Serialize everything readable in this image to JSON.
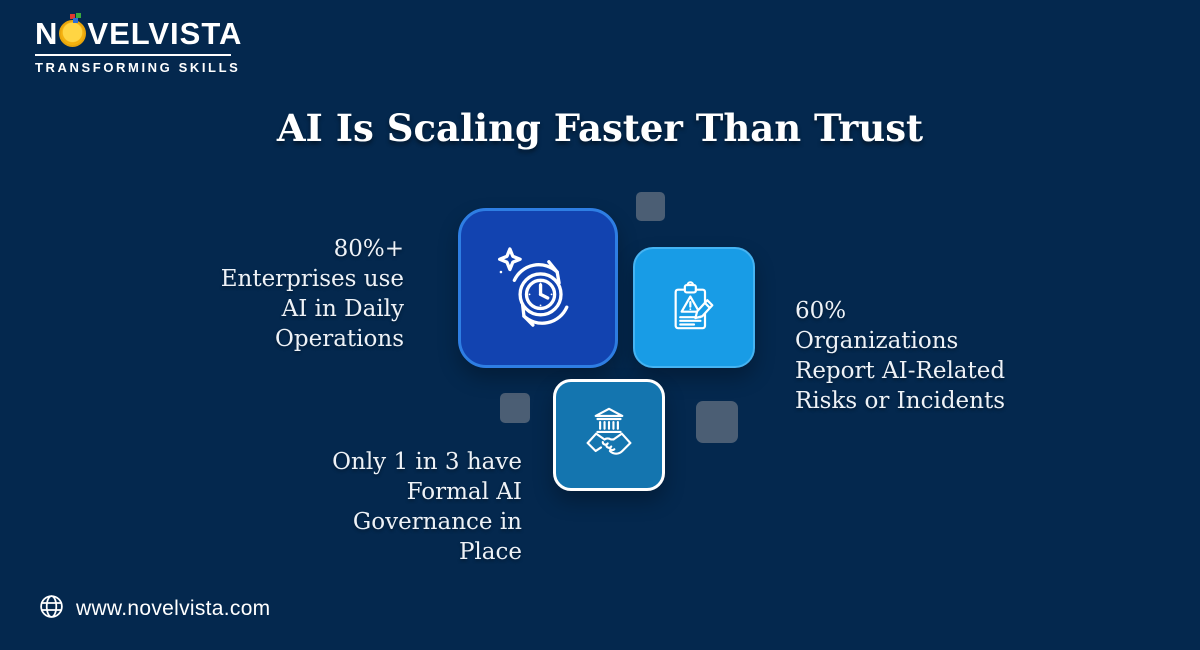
{
  "brand": {
    "wordmark_prefix": "N",
    "wordmark_suffix": "VELVISTA",
    "tagline": "TRANSFORMING SKILLS"
  },
  "title": "AI Is Scaling Faster Than Trust",
  "stats": {
    "enterprises": {
      "icon": "clock-refresh-icon",
      "lines": [
        "80%+",
        "Enterprises use",
        "AI in Daily",
        "Operations"
      ]
    },
    "risks": {
      "icon": "clipboard-warning-icon",
      "lines": [
        "60%",
        "Organizations",
        "Report AI-Related",
        "Risks or Incidents"
      ]
    },
    "governance": {
      "icon": "bank-handshake-icon",
      "lines": [
        "Only 1 in 3 have",
        "Formal AI",
        "Governance in",
        "Place"
      ]
    }
  },
  "footer": {
    "website": "www.novelvista.com"
  },
  "colors": {
    "background": "#04284e",
    "tile_enterprises": "#1243b0",
    "tile_enterprises_border": "#2e7ee3",
    "tile_risks": "#189ce6",
    "tile_governance": "#1475af",
    "decor_square": "#4b5e74",
    "logo_gold": "#ffc60f",
    "text": "#ffffff"
  }
}
